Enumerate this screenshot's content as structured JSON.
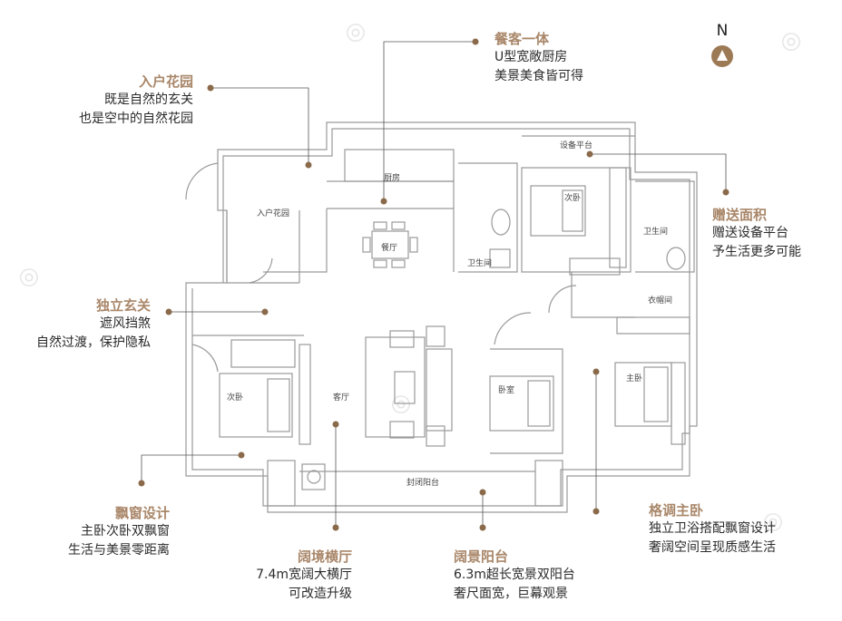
{
  "compass": {
    "label": "N"
  },
  "rooms": {
    "entry_garden": "入户花园",
    "kitchen": "厨房",
    "dining": "餐厅",
    "bath1": "卫生间",
    "equipment": "设备平台",
    "second_bed_top": "次卧",
    "bath2": "卫生间",
    "closet": "衣帽间",
    "second_bed_left": "次卧",
    "living": "客厅",
    "bedroom": "卧室",
    "master": "主卧",
    "balcony": "封闭阳台"
  },
  "annotations": {
    "entry_garden": {
      "title": "入户花园",
      "line1": "既是自然的玄关",
      "line2": "也是空中的自然花园"
    },
    "dining_kitchen": {
      "title": "餐客一体",
      "line1": "U型宽敞厨房",
      "line2": "美景美食皆可得"
    },
    "gift_area": {
      "title": "赠送面积",
      "line1": "赠送设备平台",
      "line2": "予生活更多可能"
    },
    "foyer": {
      "title": "独立玄关",
      "line1": "遮风挡煞",
      "line2": "自然过渡，保护隐私"
    },
    "bay_window": {
      "title": "飘窗设计",
      "line1": "主卧次卧双飘窗",
      "line2": "生活与美景零距离"
    },
    "living_hall": {
      "title": "阔境横厅",
      "line1": "7.4m宽阔大横厅",
      "line2": "可改造升级"
    },
    "balcony": {
      "title": "阔景阳台",
      "line1": "6.3m超长宽景双阳台",
      "line2": "奢尺面宽，巨幕观景"
    },
    "master": {
      "title": "格调主卧",
      "line1": "独立卫浴搭配飘窗设计",
      "line2": "奢阔空间呈现质感生活"
    }
  }
}
